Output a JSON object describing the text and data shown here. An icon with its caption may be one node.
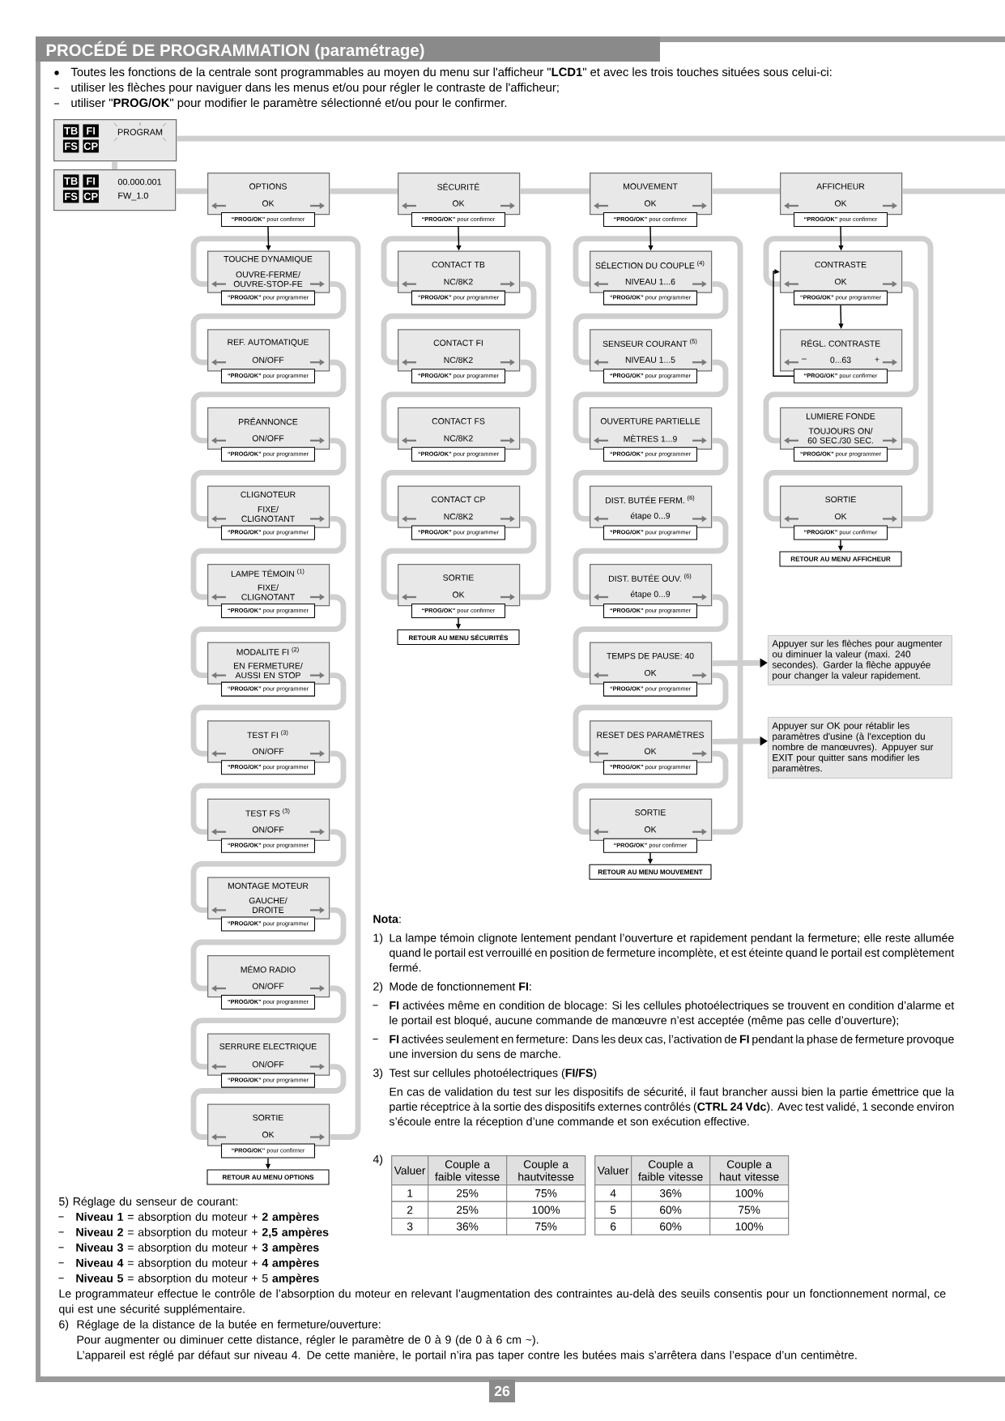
{
  "diagram": {
    "title": "PROCÉDÉ DE PROGRAMMATION (paramétrage)",
    "nodes": [
      {
        "text": [
          "TB",
          "FI",
          "FS",
          "CP",
          "PROGRAM"
        ]
      },
      {
        "text": [
          "TB",
          "FI",
          "FS",
          "CP",
          "00.000.001",
          "FW_1.0"
        ]
      },
      {
        "text": [
          "OPTIONS",
          "OK",
          "**“PROG/OK”** pour confirmer"
        ]
      },
      {
        "text": [
          "SÉCURITÉ",
          "OK",
          "**“PROG/OK”** pour confirmer"
        ]
      },
      {
        "text": [
          "MOUVEMENT",
          "OK",
          "**“PROG/OK”** pour confirmer"
        ]
      },
      {
        "text": [
          "AFFICHEUR",
          "OK",
          "**“PROG/OK”** pour confirmer"
        ]
      },
      {
        "text": [
          "TOUCHE DYNAMIQUE",
          "OUVRE-FERME/ OUVRE-STOP-FE",
          "**“PROG/OK”** pour programmer"
        ]
      },
      {
        "text": [
          "REF. AUTOMATIQUE",
          "ON/OFF",
          "**“PROG/OK”** pour programmer"
        ]
      },
      {
        "text": [
          "PRÉANNONCE",
          "ON/OFF",
          "**“PROG/OK”** pour programmer"
        ]
      },
      {
        "text": [
          "CLIGNOTEUR",
          "FIXE/ CLIGNOTANT",
          "**“PROG/OK”** pour programmer"
        ]
      },
      {
        "text": [
          "LAMPE TÉMOIN $^{(1)}$",
          "FIXE/ CLIGNOTANT",
          "**“PROG/OK”** pour programmer"
        ]
      },
      {
        "text": [
          "MODALITE FI $^{(2)}$",
          "EN FERMETURE/ AUSSI EN STOP",
          "**“PROG/OK”** pour programmer"
        ]
      },
      {
        "text": [
          "TEST FI $^{(3)}$",
          "ON/OFF",
          "**“PROG/OK”** pour programmer"
        ]
      },
      {
        "text": [
          "TEST FS $^{(3)}$",
          "ON/OFF",
          "**“PROG/OK”** pour programmer"
        ]
      },
      {
        "text": [
          "MONTAGE MOTEUR",
          "GAUCHE/ DROITE",
          "**“PROG/OK”** pour programmer"
        ]
      },
      {
        "text": [
          "MÉMO RADIO",
          "ON/OFF",
          "**“PROG/OK”** pour programmer"
        ]
      },
      {
        "text": [
          "SERRURE ELECTRIQUE",
          "ON/OFF",
          "**“PROG/OK”** pour programmer"
        ]
      },
      {
        "text": [
          "SORTIE",
          "OK",
          "**“PROG/OK”** pour confirmer"
        ]
      },
      {
        "text": [
          "RETOUR AU MENU OPTIONS"
        ]
      },
      {
        "text": [
          "CONTACT TB",
          "NC/8K2",
          "**“PROG/OK”** pour programmer"
        ]
      },
      {
        "text": [
          "CONTACT FI",
          "NC/8K2",
          "**“PROG/OK”** pour programmer"
        ]
      },
      {
        "text": [
          "CONTACT FS",
          "NC/8K2",
          "**“PROG/OK”** pour programmer"
        ]
      },
      {
        "text": [
          "CONTACT CP",
          "NC/8K2",
          "**“PROG/OK”** pour programmer"
        ]
      },
      {
        "text": [
          "SORTIE",
          "OK",
          "**“PROG/OK”** pour confirmer"
        ]
      },
      {
        "text": [
          "RETOUR AU MENU SÉCURITÉS"
        ]
      },
      {
        "text": [
          "SÉLECTION DU COUPLE $^{(4)}$",
          "NIVEAU 1...6",
          "**“PROG/OK”** pour programmer"
        ]
      },
      {
        "text": [
          "SENSEUR COURANT $^{(5)}$",
          "NIVEAU 1...5",
          "**“PROG/OK”** pour programmer"
        ]
      },
      {
        "text": [
          "OUVERTURE PARTIELLE",
          "MÈTRES 1...9",
          "**“PROG/OK”** pour programmer"
        ]
      },
      {
        "text": [
          "DIST. BUTÉE FERM. $^{(6)}$",
          "étape 0...9",
          "**“PROG/OK”** pour programmer"
        ]
      },
      {
        "text": [
          "DIST. BUTÉE OUV. $^{(6)}$",
          "étape 0...9",
          "**“PROG/OK”** pour programmer"
        ]
      },
      {
        "text": [
          "TEMPS DE PAUSE: 40",
          "OK",
          "**“PROG/OK”** pour programmer"
        ]
      },
      {
        "text": [
          "RESET DES PARAMÈTRES",
          "OK",
          "**“PROG/OK”** pour programmer"
        ]
      },
      {
        "text": [
          "SORTIE",
          "OK",
          "**“PROG/OK”** pour confirmer"
        ]
      },
      {
        "text": [
          "RETOUR AU MENU MOUVEMENT"
        ]
      },
      {
        "text": [
          "Appuyer sur les flèches pour augmenter ou diminuer la valeur (maxi. 240 secondes). Garder la flèche appuyée pour changer la valeur rapidement."
        ]
      },
      {
        "text": [
          "Appuyer sur OK pour rétablir les paramètres d'usine (à l'exception du nombre de manœuvres). Appuyer sur EXIT pour quitter sans modifier les paramètres."
        ]
      },
      {
        "text": [
          "CONTRASTE",
          "OK",
          "**“PROG/OK”** pour programmer"
        ]
      },
      {
        "text": [
          "RÉGL. CONTRASTE",
          "–",
          "0...63",
          "+",
          "**“PROG/OK”** pour confirmer"
        ]
      },
      {
        "text": [
          "LUMIERE FONDE",
          "TOUJOURS ON/ 60 SEC./30 SEC.",
          "**“PROG/OK”** pour programmer"
        ]
      },
      {
        "text": [
          "SORTIE",
          "OK",
          "**“PROG/OK”** pour confirmer"
        ]
      },
      {
        "text": [
          "RETOUR AU MENU AFFICHEUR"
        ]
      }
    ],
    "edges": [
      {
        "from": 0,
        "to": 1,
        "arrow": "none"
      },
      {
        "from": 0,
        "to": null,
        "arrow": "none"
      },
      {
        "from": 1,
        "to": 2,
        "arrow": "none"
      },
      {
        "from": 2,
        "to": 3,
        "arrow": "none"
      },
      {
        "from": 3,
        "to": 4,
        "arrow": "none"
      },
      {
        "from": 4,
        "to": 5,
        "arrow": "none"
      },
      {
        "from": 5,
        "to": null,
        "arrow": "none"
      },
      {
        "from": 6,
        "to": 7,
        "arrow": "none"
      },
      {
        "from": 7,
        "to": 8,
        "arrow": "none"
      },
      {
        "from": 8,
        "to": 9,
        "arrow": "none"
      },
      {
        "from": 9,
        "to": 10,
        "arrow": "none"
      },
      {
        "from": 10,
        "to": 11,
        "arrow": "none"
      },
      {
        "from": 11,
        "to": 12,
        "arrow": "none"
      },
      {
        "from": 12,
        "to": 13,
        "arrow": "none"
      },
      {
        "from": 13,
        "to": 14,
        "arrow": "none"
      },
      {
        "from": 14,
        "to": 15,
        "arrow": "none"
      },
      {
        "from": 15,
        "to": 16,
        "arrow": "none"
      },
      {
        "from": 16,
        "to": 17,
        "arrow": "none"
      },
      {
        "from": 17,
        "to": 6,
        "arrow": "none"
      },
      {
        "from": 19,
        "to": 20,
        "arrow": "none"
      },
      {
        "from": 20,
        "to": 21,
        "arrow": "none"
      },
      {
        "from": 21,
        "to": 22,
        "arrow": "none"
      },
      {
        "from": 22,
        "to": 23,
        "arrow": "none"
      },
      {
        "from": 23,
        "to": 19,
        "arrow": "none"
      },
      {
        "from": 25,
        "to": 26,
        "arrow": "none"
      },
      {
        "from": 26,
        "to": 27,
        "arrow": "none"
      },
      {
        "from": 27,
        "to": 28,
        "arrow": "none"
      },
      {
        "from": 28,
        "to": 29,
        "arrow": "none"
      },
      {
        "from": 29,
        "to": 30,
        "arrow": "none"
      },
      {
        "from": 30,
        "to": 31,
        "arrow": "none"
      },
      {
        "from": 31,
        "to": 32,
        "arrow": "none"
      },
      {
        "from": 32,
        "to": 25,
        "arrow": "none"
      },
      {
        "from": 30,
        "to": 34,
        "arrow": "to"
      },
      {
        "from": 31,
        "to": 35,
        "arrow": "to"
      },
      {
        "from": 36,
        "to": 38,
        "arrow": "none"
      },
      {
        "from": 38,
        "to": 39,
        "arrow": "none"
      },
      {
        "from": 39,
        "to": 36,
        "arrow": "none"
      },
      {
        "from": 2,
        "to": 6,
        "arrow": "to",
        "color": "#000000"
      },
      {
        "from": 3,
        "to": 19,
        "arrow": "to",
        "color": "#000000"
      },
      {
        "from": 4,
        "to": 25,
        "arrow": "to",
        "color": "#000000"
      },
      {
        "from": 5,
        "to": 36,
        "arrow": "to",
        "color": "#000000"
      },
      {
        "from": 36,
        "to": 37,
        "arrow": "to",
        "color": "#000000"
      },
      {
        "from": 37,
        "to": 36,
        "arrow": "to",
        "color": "#000000"
      },
      {
        "from": 17,
        "to": 18,
        "arrow": "to",
        "color": "#000000"
      },
      {
        "from": 23,
        "to": 24,
        "arrow": "to",
        "color": "#000000"
      },
      {
        "from": 32,
        "to": 33,
        "arrow": "to",
        "color": "#000000"
      },
      {
        "from": 39,
        "to": 40,
        "arrow": "to",
        "color": "#000000"
      }
    ],
    "labels": [
      "Toutes les fonctions de la centrale sont programmables au moyen du menu sur l'afficheur \"**LCD1**\" et avec les trois touches situées sous celui-ci:",
      "utiliser les flèches pour naviguer dans les menus et/ou pour régler le contraste de l'afficheur;",
      "utiliser \"**PROG/OK**\" pour modifier le paramètre sélectionné et/ou pour le confirmer.",
      "**Nota**:",
      "1)",
      "La lampe témoin clignote lentement pendant l’ouverture et rapidement pendant la fermeture; elle reste allumée quand le portail est verrouillé en position de fermeture incomplète, et est éteinte quand le portail est complètement fermé.",
      "2)",
      "Mode de fonctionnement **FI**:",
      "**FI** activées même en condition de blocage: Si les cellules photoélectriques se trouvent en condition d’alarme et le portail est bloqué, aucune commande de manœuvre n’est acceptée (même pas celle d’ouverture);",
      "**FI** activées seulement en fermeture: Dans les deux cas, l’activation de **FI** pendant la phase de fermeture provoque une inversion du sens de marche.",
      "3)",
      "Test sur cellules photoélectriques (**FI/FS**)",
      "En cas de validation du test sur les dispositifs de sécurité, il faut brancher aussi bien la partie émettrice que la partie réceptrice à la sortie des dispositifs externes contrôlés (**CTRL 24 Vdc**). Avec test validé, 1 seconde environ s’écoule entre la réception d’une commande et son exécution effective.",
      "4)",
      "Valuer",
      "Couple a faible vitesse",
      "Couple a hautvitesse",
      "1",
      "25%",
      "75%",
      "2",
      "25%",
      "100%",
      "3",
      "36%",
      "75%",
      "Valuer",
      "Couple a faible vitesse",
      "Couple a haut vitesse",
      "4",
      "36%",
      "100%",
      "5",
      "60%",
      "75%",
      "6",
      "60%",
      "100%",
      "5) Réglage du senseur de courant:",
      "**Niveau 1** = absorption du moteur + **2 ampères**",
      "**Niveau 2** = absorption du moteur + **2,5 ampères**",
      "**Niveau 3** = absorption du moteur + **3 ampères**",
      "**Niveau 4** = absorption du moteur + **4 ampères**",
      "**Niveau 5** = absorption du moteur + 5 **ampères**",
      "Le programmateur effectue le contrôle de l’absorption du moteur en relevant l’augmentation des contraintes au-delà des seuils consentis pour un fonctionnement normal, ce qui est une sécurité supplémentaire.",
      "6)",
      "Réglage de la distance de la butée en fermeture/ouverture:",
      "Pour augmenter ou diminuer cette distance, régler le paramètre de 0 à 9 (de 0 à 6 cm ~).",
      "L’appareil est réglé par défaut sur niveau 4. De cette manière, le portail n’ira pas taper contre les butées mais s’arrêtera dans l’espace d’un centimètre.",
      "26"
    ]
  }
}
